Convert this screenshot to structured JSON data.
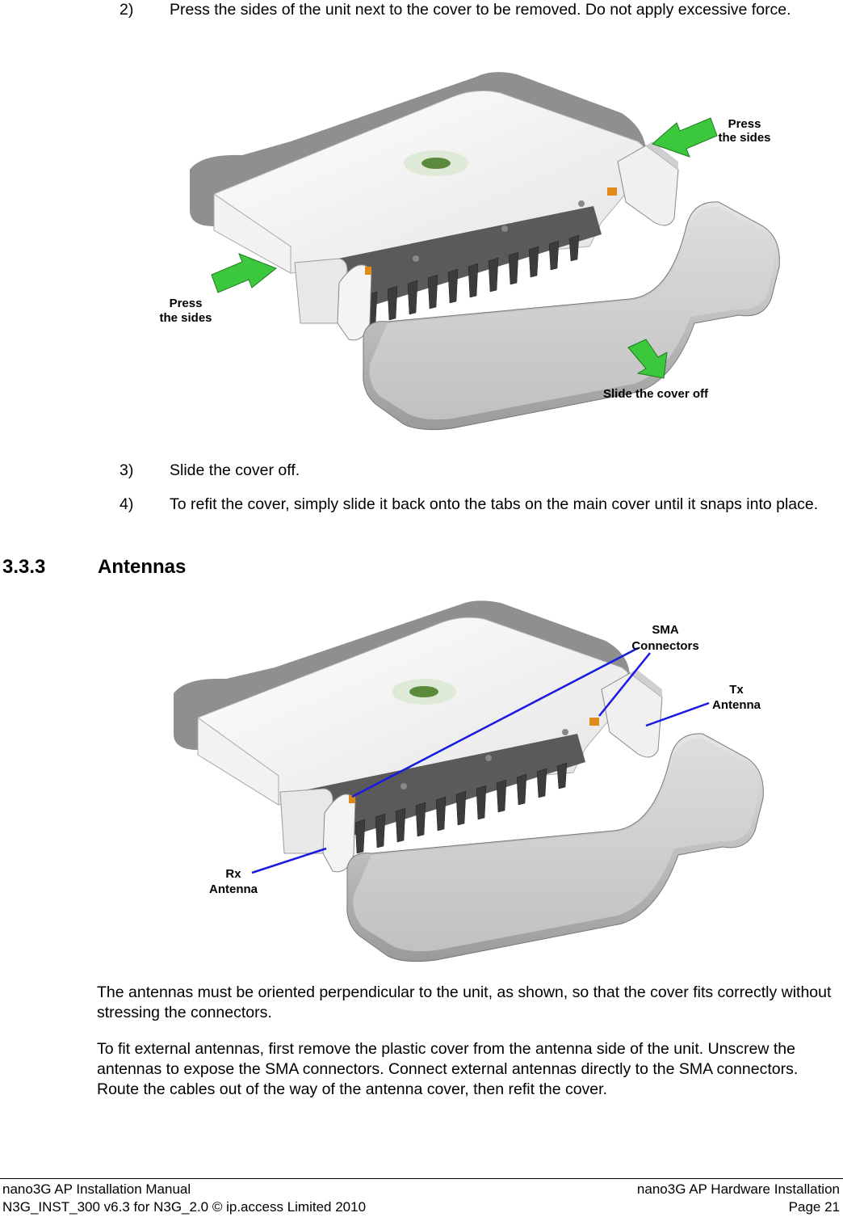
{
  "steps": {
    "s2": {
      "num": "2)",
      "text": "Press the sides of the unit next to the cover to be removed. Do not apply excessive force."
    },
    "s3": {
      "num": "3)",
      "text": "Slide the cover off."
    },
    "s4": {
      "num": "4)",
      "text": "To refit the cover, simply slide it back onto the tabs on the main cover until it snaps into place."
    }
  },
  "figure1": {
    "callouts": {
      "press_right_1": "Press",
      "press_right_2": "the sides",
      "press_left_1": "Press",
      "press_left_2": "the sides",
      "slide": "Slide the cover off"
    },
    "arrow_color": "#3cc83c"
  },
  "section": {
    "number": "3.3.3",
    "title": "Antennas"
  },
  "figure2": {
    "callouts": {
      "sma_1": "SMA",
      "sma_2": "Connectors",
      "tx_1": "Tx",
      "tx_2": "Antenna",
      "rx_1": "Rx",
      "rx_2": "Antenna"
    },
    "leader_color": "#1a1ae0"
  },
  "paragraphs": {
    "p1": "The antennas must be oriented perpendicular to the unit, as shown, so that the cover fits correctly without stressing the connectors.",
    "p2": "To fit external antennas, first remove the plastic cover from the antenna side of the unit. Unscrew the antennas to expose the SMA connectors. Connect external antennas directly to the SMA connectors. Route the cables out of the way of the antenna cover, then refit the cover."
  },
  "footer": {
    "left1": "nano3G AP Installation Manual",
    "left2": "N3G_INST_300 v6.3 for N3G_2.0 © ip.access Limited 2010",
    "right1": "nano3G AP Hardware Installation",
    "right2": "Page 21"
  }
}
